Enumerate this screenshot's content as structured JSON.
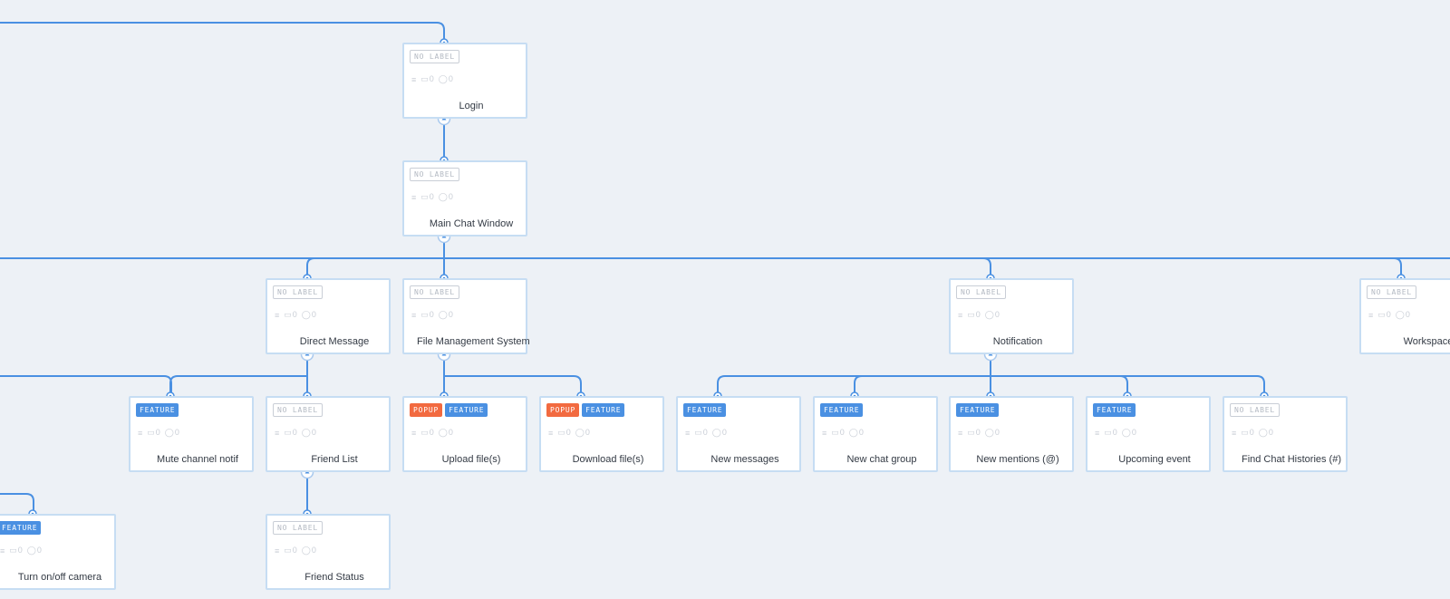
{
  "diagram": {
    "colors": {
      "background": "#edf1f6",
      "connector": "#4a90e2",
      "node_border": "#c6ddf3",
      "feature_tag": "#4a90e2",
      "popup_tag": "#f26a40",
      "no_label_tag": "#c9ced6"
    },
    "tag_labels": {
      "no_label": "NO LABEL",
      "feature": "FEATURE",
      "popup": "POPUP"
    },
    "meta_icons": [
      "notes-icon",
      "comment-icon",
      "attachment-icon"
    ],
    "nodes": [
      {
        "id": "login",
        "title": "Login",
        "tags": [
          "no_label"
        ],
        "comments": "0",
        "attachments": "0"
      },
      {
        "id": "main-chat-window",
        "title": "Main Chat Window",
        "tags": [
          "no_label"
        ],
        "comments": "0",
        "attachments": "0"
      },
      {
        "id": "direct-message",
        "title": "Direct Message",
        "tags": [
          "no_label"
        ],
        "comments": "0",
        "attachments": "0"
      },
      {
        "id": "file-management-system",
        "title": "File Management System",
        "tags": [
          "no_label"
        ],
        "comments": "0",
        "attachments": "0"
      },
      {
        "id": "notification",
        "title": "Notification",
        "tags": [
          "no_label"
        ],
        "comments": "0",
        "attachments": "0"
      },
      {
        "id": "workspace",
        "title": "Workspace",
        "tags": [
          "no_label"
        ],
        "comments": "0",
        "attachments": "0"
      },
      {
        "id": "mute-channel-notif",
        "title": "Mute channel notif",
        "tags": [
          "feature"
        ],
        "comments": "0",
        "attachments": "0"
      },
      {
        "id": "friend-list",
        "title": "Friend List",
        "tags": [
          "no_label"
        ],
        "comments": "0",
        "attachments": "0"
      },
      {
        "id": "upload-files",
        "title": "Upload file(s)",
        "tags": [
          "popup",
          "feature"
        ],
        "comments": "0",
        "attachments": "0"
      },
      {
        "id": "download-files",
        "title": "Download file(s)",
        "tags": [
          "popup",
          "feature"
        ],
        "comments": "0",
        "attachments": "0"
      },
      {
        "id": "new-messages",
        "title": "New messages",
        "tags": [
          "feature"
        ],
        "comments": "0",
        "attachments": "0"
      },
      {
        "id": "new-chat-group",
        "title": "New chat group",
        "tags": [
          "feature"
        ],
        "comments": "0",
        "attachments": "0"
      },
      {
        "id": "new-mentions",
        "title": "New mentions (@)",
        "tags": [
          "feature"
        ],
        "comments": "0",
        "attachments": "0"
      },
      {
        "id": "upcoming-event",
        "title": "Upcoming event",
        "tags": [
          "feature"
        ],
        "comments": "0",
        "attachments": "0"
      },
      {
        "id": "find-chat-histories",
        "title": "Find Chat Histories (#)",
        "tags": [
          "no_label"
        ],
        "comments": "0",
        "attachments": "0"
      },
      {
        "id": "turn-on-off-camera",
        "title": "Turn on/off camera",
        "tags": [
          "feature"
        ],
        "comments": "0",
        "attachments": "0"
      },
      {
        "id": "friend-status",
        "title": "Friend Status",
        "tags": [
          "no_label"
        ],
        "comments": "0",
        "attachments": "0"
      }
    ],
    "edges": [
      {
        "from": "main-chat-window",
        "to": "direct-message"
      },
      {
        "from": "main-chat-window",
        "to": "file-management-system"
      },
      {
        "from": "main-chat-window",
        "to": "notification"
      },
      {
        "from": "main-chat-window",
        "to": "workspace"
      },
      {
        "from": "login",
        "to": "main-chat-window"
      },
      {
        "from": "direct-message",
        "to": "mute-channel-notif"
      },
      {
        "from": "direct-message",
        "to": "friend-list"
      },
      {
        "from": "friend-list",
        "to": "friend-status"
      },
      {
        "from": "file-management-system",
        "to": "upload-files"
      },
      {
        "from": "file-management-system",
        "to": "download-files"
      },
      {
        "from": "notification",
        "to": "new-messages"
      },
      {
        "from": "notification",
        "to": "new-chat-group"
      },
      {
        "from": "notification",
        "to": "new-mentions"
      },
      {
        "from": "notification",
        "to": "upcoming-event"
      },
      {
        "from": "notification",
        "to": "find-chat-histories"
      }
    ]
  }
}
